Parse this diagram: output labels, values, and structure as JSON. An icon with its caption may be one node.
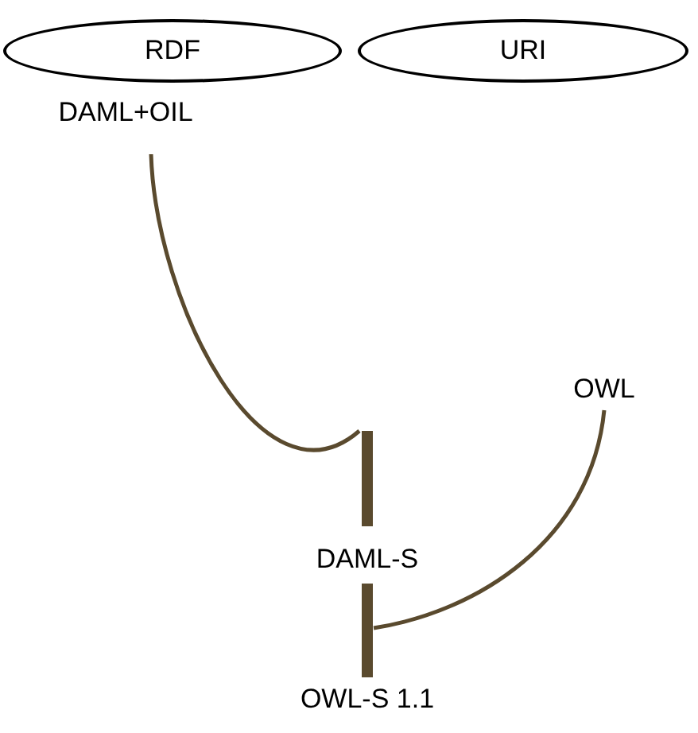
{
  "diagram": {
    "nodes": [
      {
        "text": [
          "RDF"
        ]
      },
      {
        "text": [
          "URI"
        ]
      },
      {
        "text": [
          "DAML+OIL"
        ]
      },
      {
        "text": [
          "OWL"
        ]
      },
      {
        "text": [
          "DAML-S"
        ]
      },
      {
        "text": [
          "OWL-S 1.1"
        ]
      }
    ],
    "edges": [
      {
        "from": 2,
        "to": 4,
        "arrow": "none",
        "color": "#5a4a2e"
      },
      {
        "from": 4,
        "to": 5,
        "arrow": "none",
        "style": "thick",
        "color": "#5a4a2e"
      },
      {
        "from": 3,
        "to": 5,
        "arrow": "none",
        "color": "#5a4a2e"
      }
    ]
  }
}
